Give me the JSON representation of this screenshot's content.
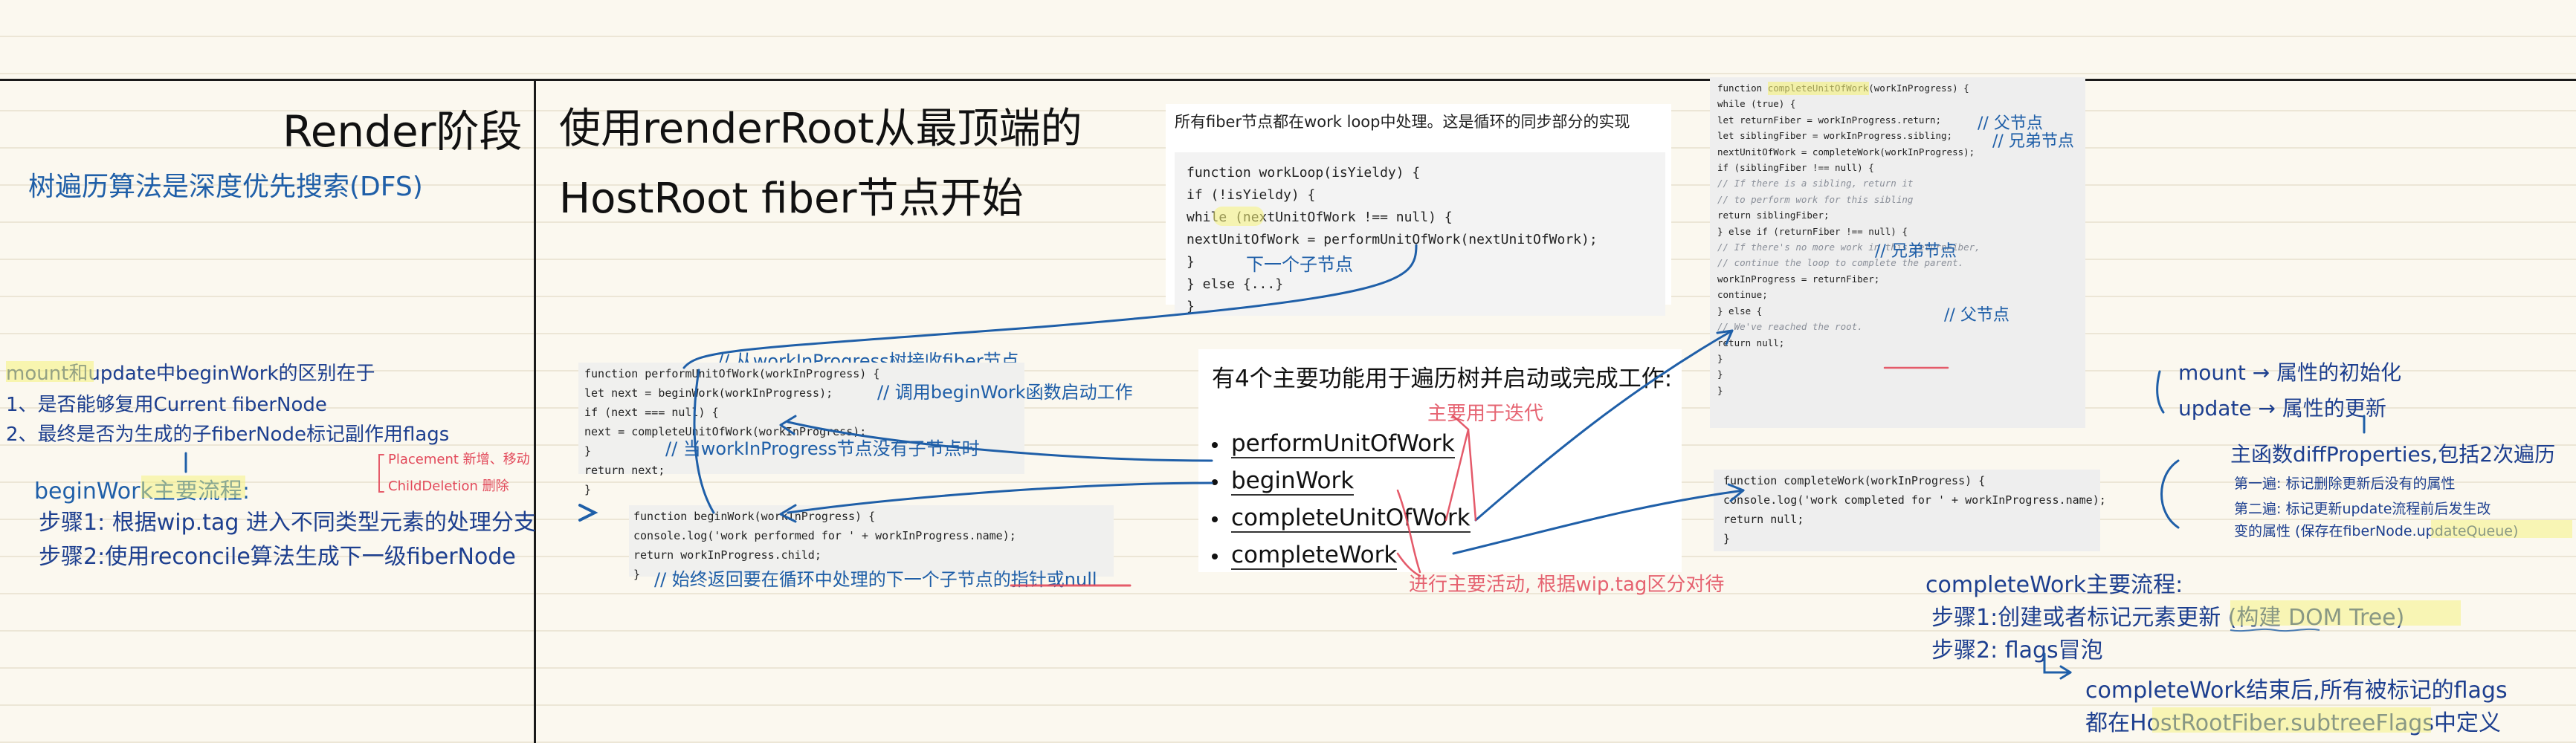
{
  "title": {
    "render_phase": "Render阶段",
    "dfs_note": "树遍历算法是深度优先搜索(DFS)",
    "main_line1": "使用renderRoot从最顶端的",
    "main_line2": "HostRoot fiber节点开始"
  },
  "workloop": {
    "caption": "所有fiber节点都在work loop中处理。这是循环的同步部分的实现",
    "code": [
      "function workLoop(isYieldy) {",
      "  if (!isYieldy) {",
      "    while (nextUnitOfWork !== null) {",
      "      nextUnitOfWork = performUnitOfWork(nextUnitOfWork);",
      "    }",
      "  } else {...}",
      "}"
    ],
    "note_next": "下一个子节点"
  },
  "perform": {
    "note_receive": "// 从workInProgress树接收fiber节点",
    "code": [
      "function performUnitOfWork(workInProgress) {",
      "  let next = beginWork(workInProgress);",
      "  if (next === null) {",
      "    next = completeUnitOfWork(workInProgress);",
      "  }",
      "  return next;",
      "}"
    ],
    "note_call": "// 调用beginWork函数启动工作",
    "note_no_child": "// 当workInProgress节点没有子节点时"
  },
  "begin": {
    "code": [
      "function beginWork(workInProgress) {",
      "  console.log('work performed for ' + workInProgress.name);",
      "  return workInProgress.child;",
      "}"
    ],
    "note_return": "// 始终返回要在循环中处理的下一个子节点的指针或null"
  },
  "functions": {
    "heading": "有4个主要功能用于遍历树并启动或完成工作:",
    "items": [
      "performUnitOfWork",
      "beginWork",
      "completeUnitOfWork",
      "completeWork"
    ],
    "note_iterate": "主要用于迭代",
    "note_activity": "进行主要活动, 根据wip.tag区分对待"
  },
  "completeUnit": {
    "code": [
      "function completeUnitOfWork(workInProgress) {",
      "  while (true) {",
      "    let returnFiber = workInProgress.return;",
      "    let siblingFiber = workInProgress.sibling;",
      "",
      "    nextUnitOfWork = completeWork(workInProgress);",
      "",
      "    if (siblingFiber !== null) {",
      "      // If there is a sibling, return it",
      "      // to perform work for this sibling",
      "      return siblingFiber;",
      "    } else if (returnFiber !== null) {",
      "      // If there's no more work in this returnFiber,",
      "      // continue the loop to complete the parent.",
      "      workInProgress = returnFiber;",
      "      continue;",
      "    } else {",
      "      // We've reached the root.",
      "      return null;",
      "    }",
      "  }",
      "}"
    ],
    "note_parent": "// 父节点",
    "note_sibling": "// 兄弟节点",
    "note_sibling2": "// 兄弟节点",
    "note_parent2": "// 父节点"
  },
  "completeWork": {
    "code": [
      "function completeWork(workInProgress) {",
      "  console.log('work completed for ' + workInProgress.name);",
      "  return null;",
      "}"
    ]
  },
  "left": {
    "diff_title": "mount和update中beginWork的区别在于",
    "diff_1": "1、是否能够复用Current fiberNode",
    "diff_2": "2、最终是否为生成的子fiberNode标记副作用flags",
    "flag_placement": "Placement 新增、移动",
    "flag_deletion": "ChildDeletion 删除",
    "flow_title": "beginWork主要流程:",
    "flow_step1": "步骤1: 根据wip.tag 进入不同类型元素的处理分支",
    "flow_step2": "步骤2:使用reconcile算法生成下一级fiberNode"
  },
  "right": {
    "mount": "mount → 属性的初始化",
    "update": "update → 属性的更新",
    "diff_props": "主函数diffProperties,包括2次遍历",
    "pass1": "第一遍: 标记删除更新后没有的属性",
    "pass2a": "第二遍: 标记更新update流程前后发生改",
    "pass2b": "变的属性 (保存在fiberNode.updateQueue)",
    "flow_title": "completeWork主要流程:",
    "flow_step1": "步骤1:创建或者标记元素更新 (构建 DOM Tree)",
    "flow_step2": "步骤2: flags冒泡",
    "after1": "completeWork结束后,所有被标记的flags",
    "after2": "都在HostRootFiber.subtreeFlags中定义"
  },
  "colors": {
    "ink_blue": "#1f5fa8",
    "ink_red": "#e2495a",
    "highlight": "#f5f27a",
    "paper": "#fbf8ef"
  }
}
